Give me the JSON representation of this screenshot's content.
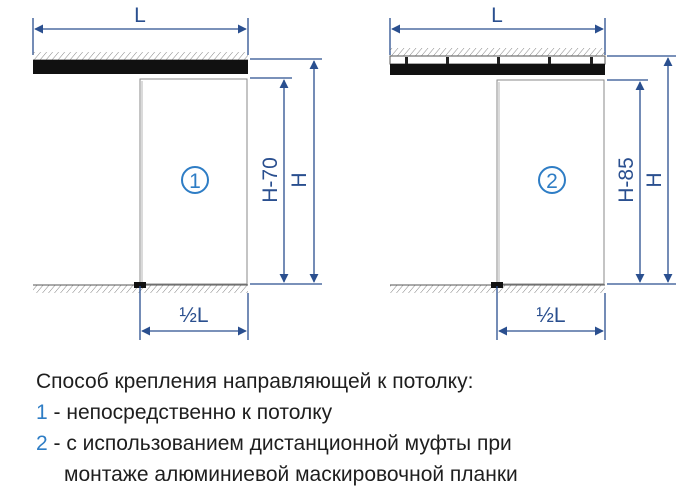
{
  "diagram_1": {
    "width_label": "L",
    "number_label": "1",
    "height_reduced_label": "H-70",
    "height_label": "H",
    "half_width_label": "½L"
  },
  "diagram_2": {
    "width_label": "L",
    "number_label": "2",
    "height_reduced_label": "H-85",
    "height_label": "H",
    "half_width_label": "½L"
  },
  "caption": {
    "title": "Способ крепления направляющей к потолку:",
    "item_1_number": "1",
    "item_1_text": " - непосредственно к потолку",
    "item_2_number": "2",
    "item_2_text": " - с использованием дистанционной муфты при",
    "item_2_text_continued": "монтаже алюминиевой маскировочной планки"
  },
  "colors": {
    "dimension_lines": "#2a4f8f",
    "number_highlight": "#2e7dc5",
    "rail": "#111111",
    "hatch": "#777777"
  }
}
